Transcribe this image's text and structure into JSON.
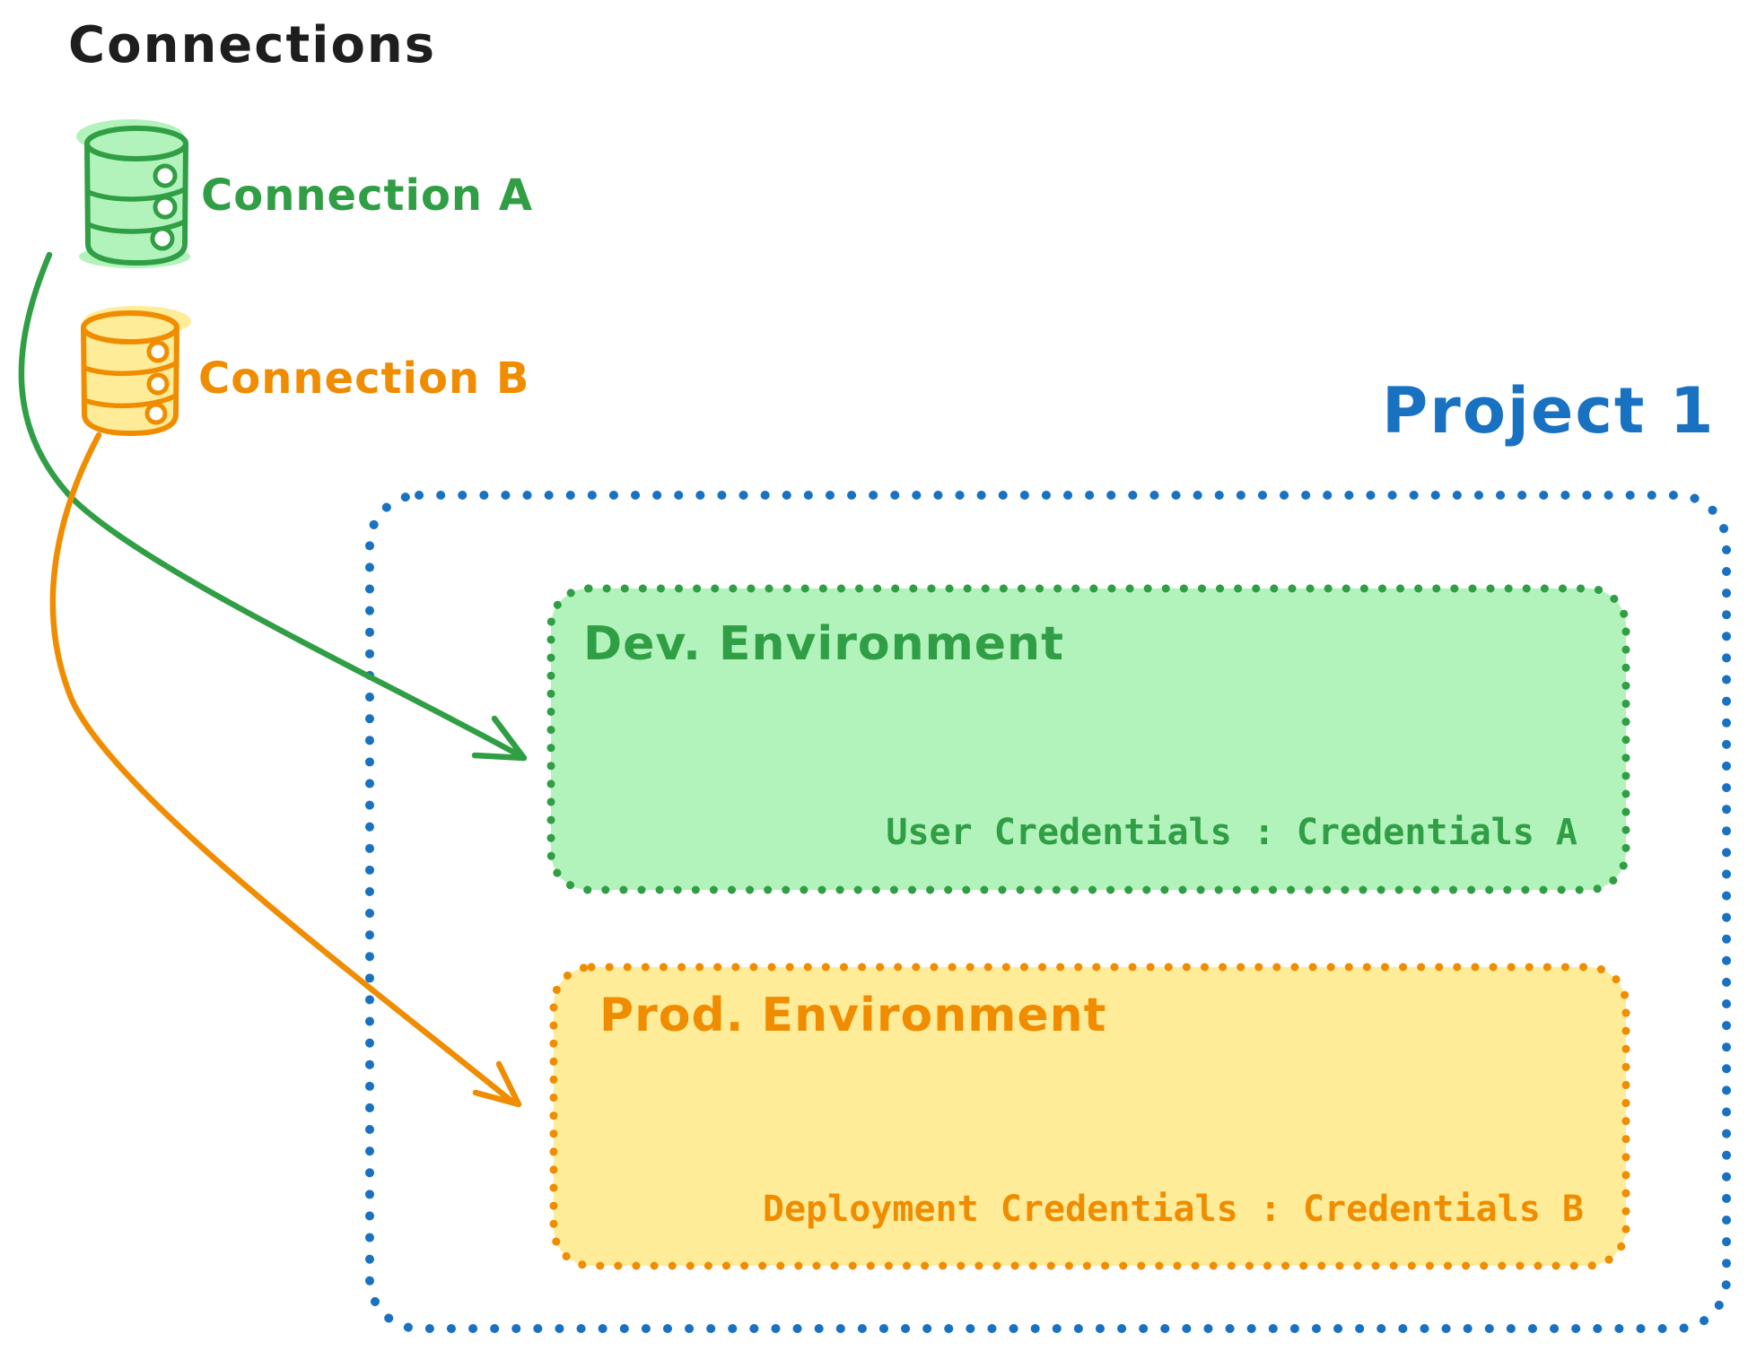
{
  "title": "Connections",
  "palette": {
    "text_black": "#1e1e1e",
    "green_stroke": "#2f9e44",
    "green_fill": "#b2f2bb",
    "orange_stroke": "#f08c00",
    "orange_fill": "#ffec99",
    "blue_stroke": "#1971c2",
    "background": "#ffffff"
  },
  "connections": {
    "a": {
      "label": "Connection A",
      "icon": "database-icon",
      "color": "#2f9e44"
    },
    "b": {
      "label": "Connection B",
      "icon": "database-icon",
      "color": "#f08c00"
    }
  },
  "project": {
    "title": "Project 1",
    "environments": {
      "dev": {
        "title": "Dev. Environment",
        "credentials": "User Credentials : Credentials A",
        "color": "#2f9e44"
      },
      "prod": {
        "title": "Prod. Environment",
        "credentials": "Deployment Credentials : Credentials B",
        "color": "#f08c00"
      }
    }
  }
}
